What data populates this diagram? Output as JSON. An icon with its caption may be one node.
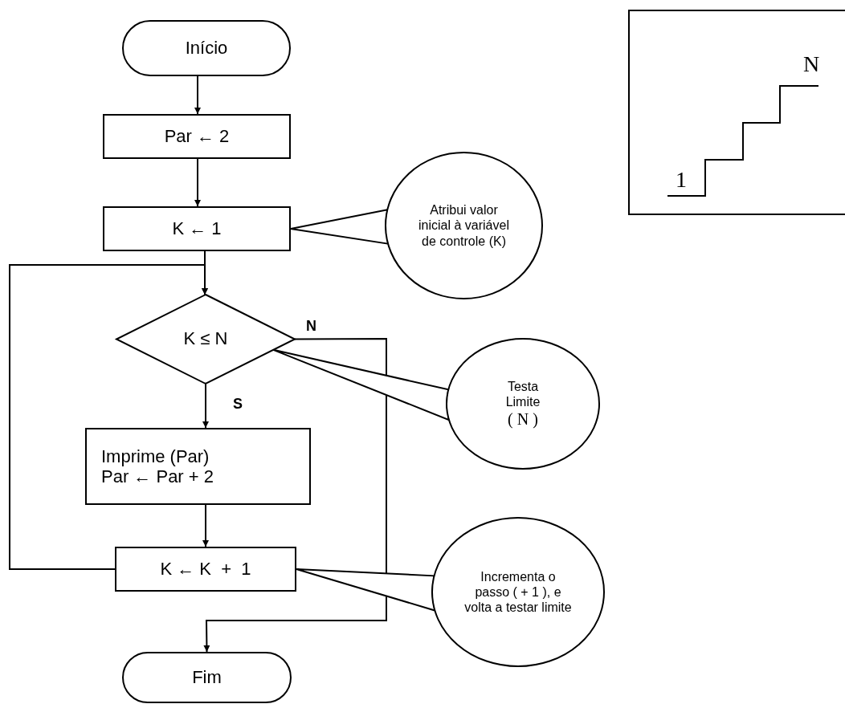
{
  "diagram": {
    "nodes": [
      {
        "text": [
          "Início"
        ]
      },
      {
        "text": [
          "Par ← 2"
        ]
      },
      {
        "text": [
          "K ← 1"
        ]
      },
      {
        "text": [
          "K ≤ N"
        ]
      },
      {
        "text": [
          "Imprime (Par)",
          "Par ← Par + 2"
        ]
      },
      {
        "text": [
          "K ← K  +  1"
        ]
      },
      {
        "text": [
          "Fim"
        ]
      },
      {
        "text": [
          "Atribui valor inicial à variável de controle (K)"
        ]
      },
      {
        "text": [
          "Testa Limite",
          "( N )"
        ]
      },
      {
        "text": [
          "Incrementa o passo ( + 1 ), e volta a testar limite"
        ]
      }
    ],
    "edges": [
      {
        "from": 0,
        "to": 1,
        "arrow": "to"
      },
      {
        "from": 1,
        "to": 2,
        "arrow": "to"
      },
      {
        "from": 2,
        "to": 3,
        "arrow": "to"
      },
      {
        "from": 3,
        "to": 4,
        "arrow": "to",
        "label": "S"
      },
      {
        "from": 4,
        "to": 5,
        "arrow": "to"
      },
      {
        "from": 5,
        "to": 3,
        "arrow": "to"
      },
      {
        "from": 3,
        "to": 6,
        "arrow": "to",
        "label": "N"
      },
      {
        "from": 7,
        "to": 2,
        "arrow": "none"
      },
      {
        "from": 8,
        "to": 3,
        "arrow": "none"
      },
      {
        "from": 9,
        "to": 5,
        "arrow": "none"
      }
    ],
    "labels": [
      "N",
      "1"
    ]
  }
}
